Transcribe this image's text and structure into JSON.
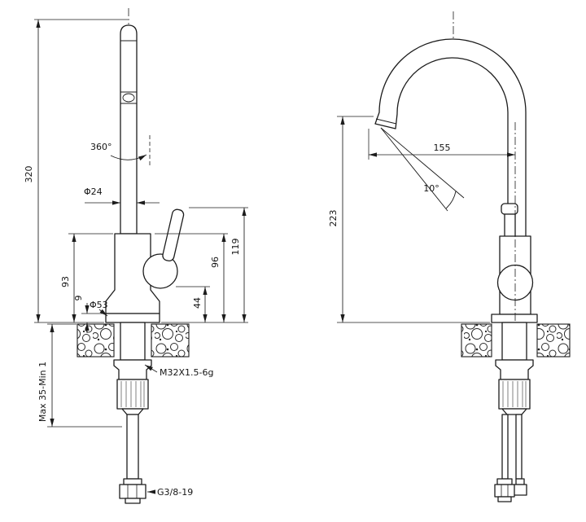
{
  "left": {
    "overall_height": "320",
    "column_height": "93",
    "base_thickness": "9",
    "base_diameter": "Φ53",
    "spout_diameter": "Φ24",
    "swivel_angle": "360°",
    "body_top_height": "96",
    "handle_height": "119",
    "joint_height": "44",
    "mounting_range": "Max 35-Min 1",
    "shank_thread": "M32X1.5-6g",
    "hose_thread": "G3/8-19"
  },
  "right": {
    "spout_reach": "155",
    "outlet_height": "223",
    "spray_angle": "10°"
  }
}
